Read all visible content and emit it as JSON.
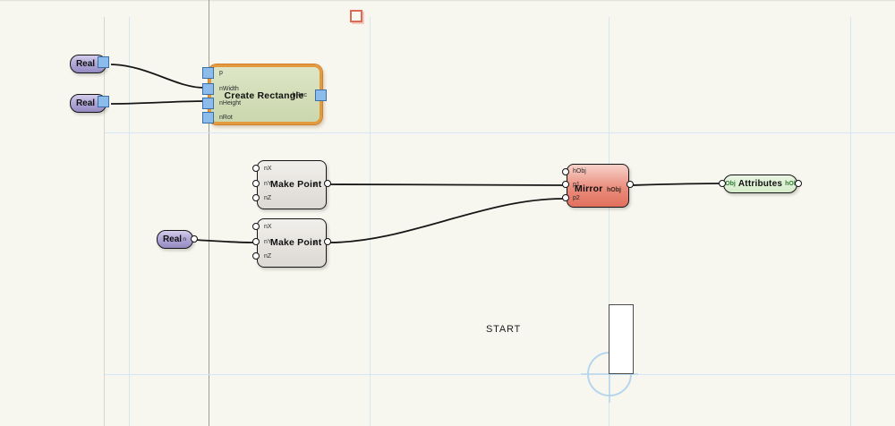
{
  "canvas": {
    "start_label": "START"
  },
  "nodes": {
    "real_1": {
      "label": "Real"
    },
    "real_2": {
      "label": "Real"
    },
    "real_3": {
      "label": "Real",
      "output": "n"
    },
    "create_rectangle": {
      "title": "Create Rectangle",
      "inputs": [
        "p",
        "nWidth",
        "nHeight",
        "nRot"
      ],
      "output": "hRec"
    },
    "make_point_1": {
      "title": "Make Point",
      "inputs": [
        "nX",
        "nY",
        "nZ"
      ],
      "output": "p"
    },
    "make_point_2": {
      "title": "Make Point",
      "inputs": [
        "nX",
        "nY",
        "nZ"
      ],
      "output": "p"
    },
    "mirror": {
      "title": "Mirror",
      "inputs": [
        "hObj",
        "p1",
        "p2"
      ],
      "output": "hObj"
    },
    "attributes": {
      "title": "Attributes",
      "input": "hObj",
      "output": "hObj"
    }
  },
  "colors": {
    "background": "#f8f7ef",
    "grid": "#d5e6f6",
    "selection_border": "#e29a3d",
    "wire": "#161616",
    "port_square": "#8cbcec",
    "real_fill": "#a79dce",
    "rectangle_fill": "#cbd7ad",
    "mirror_fill": "#e2705e",
    "attributes_fill": "#d5ecca",
    "marker_red": "#dc6a54",
    "origin_blue": "#b5d5ee"
  }
}
